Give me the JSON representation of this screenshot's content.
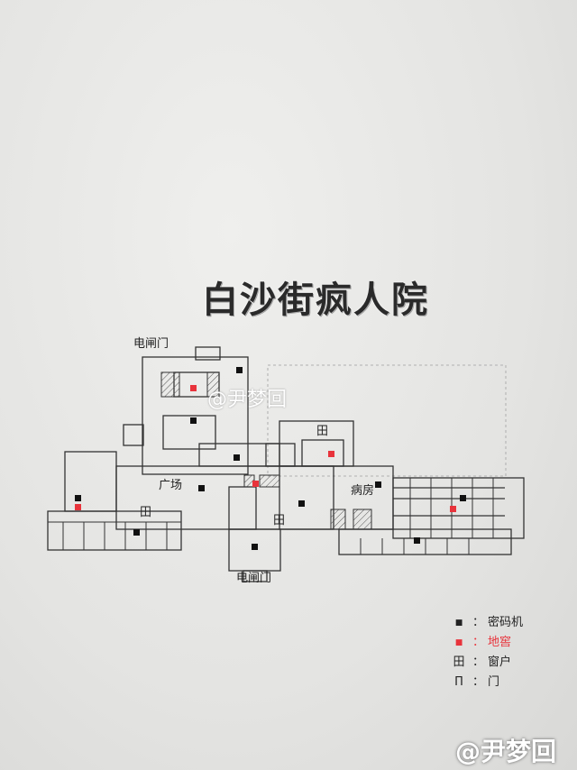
{
  "title": "白沙街疯人院",
  "labels": {
    "gate_top": "电闸门",
    "gate_bottom": "电闸门",
    "plaza": "广场",
    "ward": "病房"
  },
  "legend": [
    {
      "symbol": "■",
      "sep": "：",
      "label": "密码机",
      "color": "#111111"
    },
    {
      "symbol": "■",
      "sep": "：",
      "label": "地窖",
      "color": "#e8333b"
    },
    {
      "symbol": "田",
      "sep": "：",
      "label": "窗户",
      "color": "#111111"
    },
    {
      "symbol": "Π",
      "sep": "：",
      "label": "门",
      "color": "#111111"
    }
  ],
  "watermark_center": "@尹梦回",
  "watermark_bottom": "@尹梦回",
  "colors": {
    "cipher": "#111111",
    "cellar": "#e8333b"
  }
}
